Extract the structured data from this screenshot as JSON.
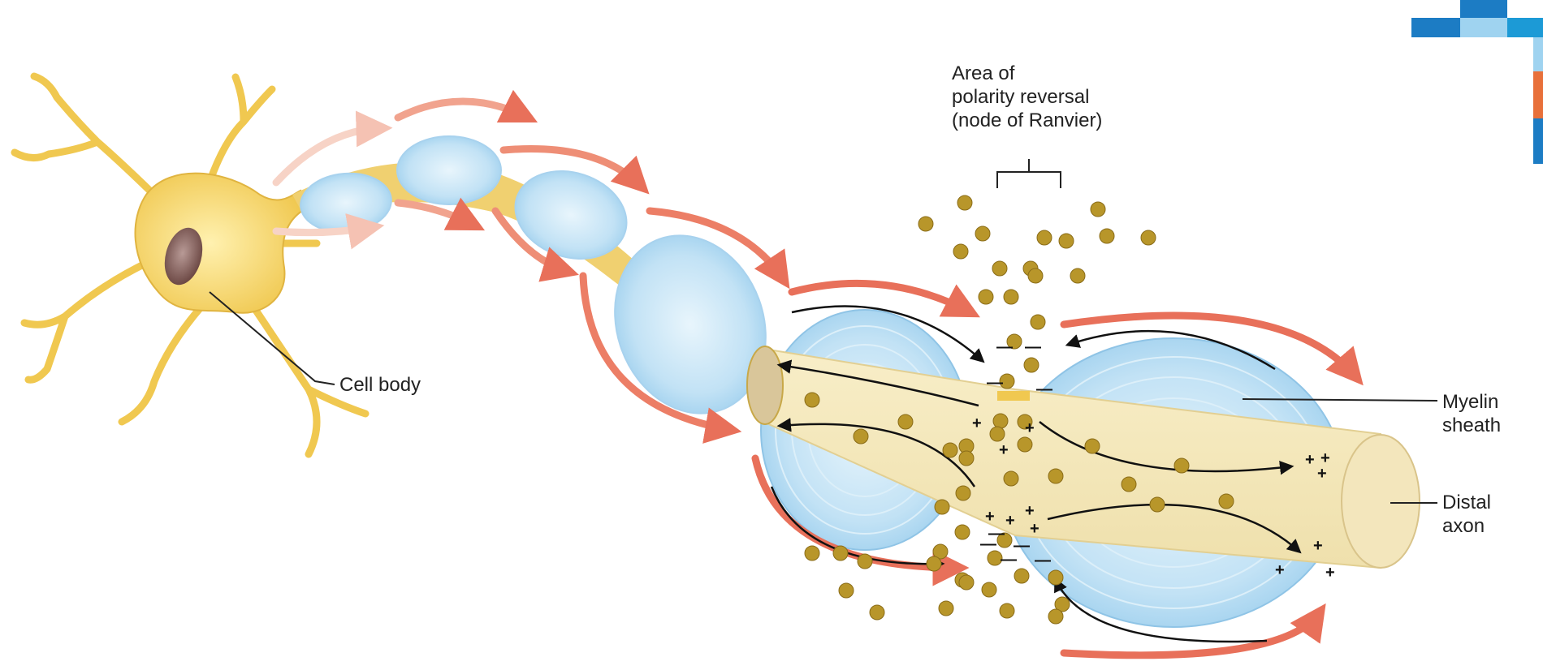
{
  "labels": {
    "ranvier": [
      "Area of",
      "polarity reversal",
      "(node of Ranvier)"
    ],
    "cell_body": "Cell body",
    "myelin": [
      "Myelin",
      "sheath"
    ],
    "distal": [
      "Distal",
      "axon"
    ]
  },
  "signs": {
    "plus": "+",
    "minus": "—"
  },
  "colors": {
    "neuron": "#f4d46c",
    "neuron_edge": "#d9a830",
    "nucleus": "#8c6a66",
    "myelin": "#bfe0f4",
    "myelin_edge": "#8fc4e6",
    "axon": "#f6ebc2",
    "current_arrow": "#e8705a",
    "ion": "#b8962a",
    "deco_blue": "#1c7cc4",
    "deco_light": "#9fd3f0",
    "deco_orange": "#e8703a"
  }
}
